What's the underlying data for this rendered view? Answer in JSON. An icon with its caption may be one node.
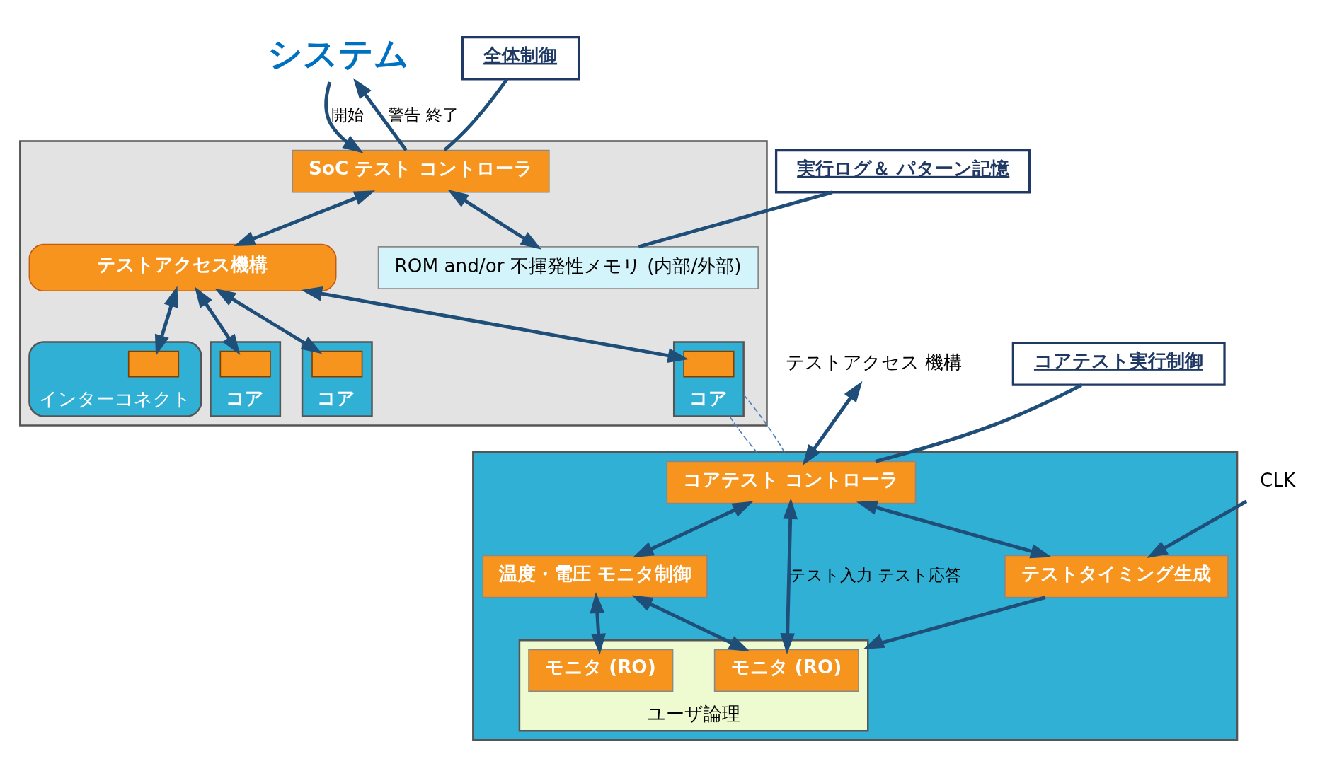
{
  "diagram": {
    "nodes": [
      {
        "text": [
          "システム"
        ]
      },
      {
        "text": [],
        "shape": "box"
      },
      {
        "text": [
          "SoC テスト コントローラ"
        ],
        "in": 1
      },
      {
        "text": [
          "ROM and/or 不揮発性メモリ (内部/外部)"
        ],
        "in": 1
      },
      {
        "text": [
          "テストアクセス機構"
        ],
        "in": 1
      },
      {
        "text": [
          "インターコネクト"
        ],
        "in": 1
      },
      {
        "text": [],
        "shape": "box",
        "in": 5
      },
      {
        "text": [
          "コア"
        ],
        "in": 1
      },
      {
        "text": [],
        "shape": "box",
        "in": 7
      },
      {
        "text": [
          "コア"
        ],
        "in": 1
      },
      {
        "text": [],
        "shape": "box",
        "in": 9
      },
      {
        "text": [
          "コア"
        ],
        "in": 1
      },
      {
        "text": [],
        "shape": "box",
        "in": 11
      },
      {
        "text": [
          "全体制御"
        ]
      },
      {
        "text": [
          "実行ログ＆ パターン記憶"
        ]
      },
      {
        "text": [],
        "shape": "box"
      },
      {
        "text": [
          "コアテスト コントローラ"
        ],
        "in": 15
      },
      {
        "text": [
          "テストタイミング生成"
        ],
        "in": 15
      },
      {
        "text": [
          "温度・電圧 モニタ制御"
        ],
        "in": 15
      },
      {
        "text": [
          "ユーザ論理"
        ],
        "in": 15
      },
      {
        "text": [
          "モニタ (RO)"
        ],
        "in": 19
      },
      {
        "text": [
          "モニタ (RO)"
        ],
        "in": 19
      },
      {
        "text": [
          "テストアクセス 機構"
        ]
      },
      {
        "text": [
          "CLK"
        ]
      },
      {
        "text": [
          "コアテスト実行制御"
        ]
      }
    ],
    "edges": [
      {
        "from": 2,
        "to": 0,
        "arrow": "to",
        "label": "警告 終了"
      },
      {
        "from": 0,
        "to": 2,
        "arrow": "to",
        "label": "開始"
      },
      {
        "from": 2,
        "to": 3,
        "arrow": "both"
      },
      {
        "from": 2,
        "to": 4,
        "arrow": "both"
      },
      {
        "from": 4,
        "to": 6,
        "arrow": "both"
      },
      {
        "from": 4,
        "to": 8,
        "arrow": "both"
      },
      {
        "from": 4,
        "to": 10,
        "arrow": "both"
      },
      {
        "from": 4,
        "to": 12,
        "arrow": "both"
      },
      {
        "from": 13,
        "to": 2,
        "arrow": "none"
      },
      {
        "from": 14,
        "to": 3,
        "arrow": "none"
      },
      {
        "from": 11,
        "to": 15,
        "arrow": "none",
        "style": "dashed",
        "color": "#4f81bd"
      },
      {
        "from": 11,
        "to": 15,
        "arrow": "none",
        "style": "dashed",
        "color": "#4f81bd"
      },
      {
        "from": 24,
        "to": 16,
        "arrow": "none"
      },
      {
        "from": 22,
        "to": 16,
        "arrow": "both"
      },
      {
        "from": 16,
        "to": 20,
        "arrow": "both",
        "label": "テスト入力 テスト応答"
      },
      {
        "from": 16,
        "to": 17,
        "arrow": "both"
      },
      {
        "from": 16,
        "to": 18,
        "arrow": "both"
      },
      {
        "from": 17,
        "to": 19,
        "arrow": "to"
      },
      {
        "from": 23,
        "to": 17,
        "arrow": "to"
      },
      {
        "from": 18,
        "to": 20,
        "arrow": "both"
      },
      {
        "from": 18,
        "to": 21,
        "arrow": "both"
      }
    ]
  }
}
